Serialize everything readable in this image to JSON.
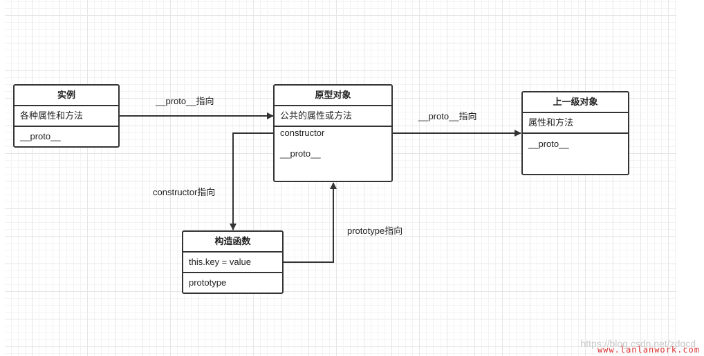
{
  "boxes": {
    "instance": {
      "title": "实例",
      "rows": [
        "各种属性和方法",
        "__proto__"
      ]
    },
    "prototype": {
      "title": "原型对象",
      "rows": [
        "公共的属性或方法",
        "constructor",
        "__proto__"
      ]
    },
    "parent": {
      "title": "上一级对象",
      "rows": [
        "属性和方法",
        "__proto__"
      ]
    },
    "constructor_fn": {
      "title": "构造函数",
      "rows": [
        "this.key = value",
        "prototype"
      ]
    }
  },
  "edges": {
    "instance_to_prototype": "__proto__指向",
    "prototype_to_parent": "__proto__指向",
    "prototype_to_constructor": "constructor指向",
    "constructor_to_prototype": "prototype指向"
  },
  "watermark": {
    "blog": "https://blog.csdn.net/zdqcd",
    "site": "www.lanlanwork.com"
  },
  "colors": {
    "stroke": "#333333",
    "grid": "#e6e6e6",
    "site_watermark": "#dd3333"
  }
}
